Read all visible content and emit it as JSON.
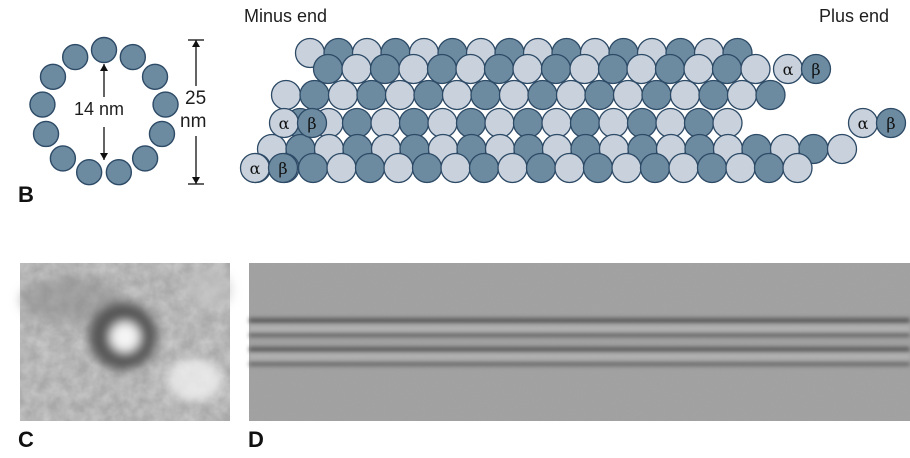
{
  "figure": {
    "panels": {
      "B": {
        "letter": "B"
      },
      "C": {
        "letter": "C"
      },
      "D": {
        "letter": "D"
      }
    },
    "cross_section": {
      "inner_diameter": "14 nm",
      "outer_diameter_value": "25",
      "outer_diameter_unit": "nm",
      "subunit_count": 13
    },
    "protofilament_diagram": {
      "minus_end_label": "Minus end",
      "plus_end_label": "Plus end",
      "alpha": "α",
      "beta": "β"
    }
  },
  "colors": {
    "alpha_subunit": "#c8d1dc",
    "beta_subunit": "#6c8ba0",
    "outline": "#2d4a66",
    "text": "#1e1e1e"
  }
}
